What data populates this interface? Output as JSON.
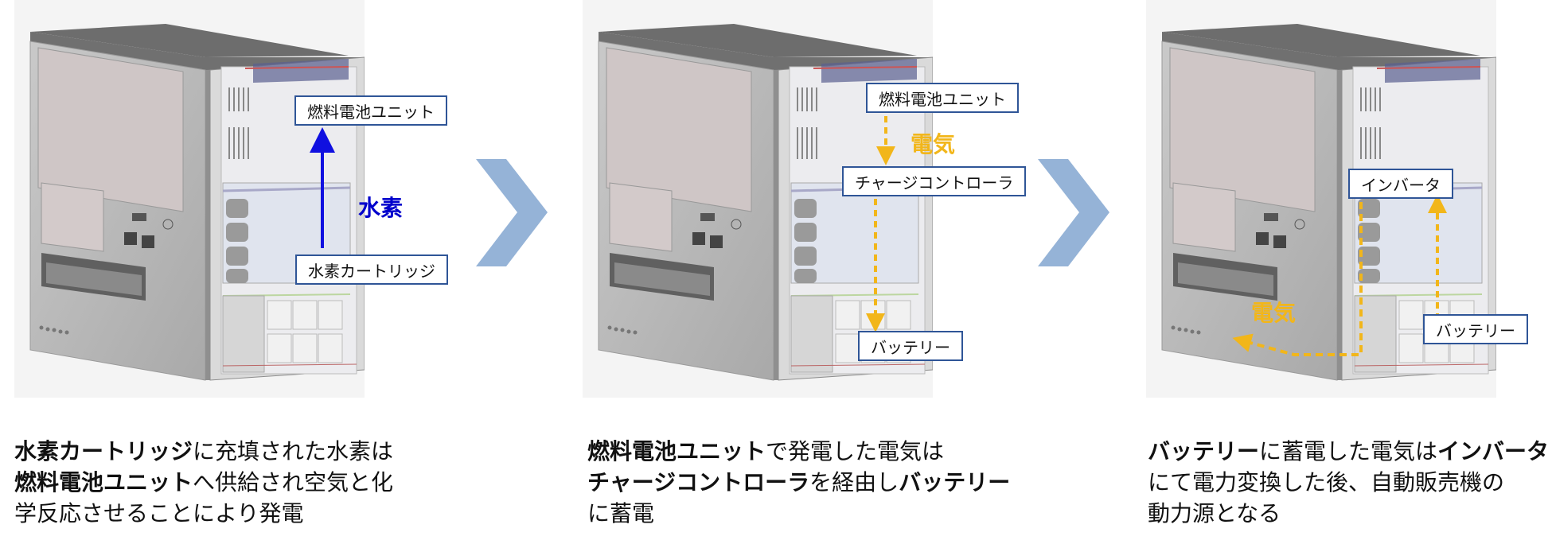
{
  "colors": {
    "hydrogen_arrow": "#1010e0",
    "electricity_arrow": "#f2b61a",
    "label_border": "#2f5597",
    "chevron": "#95b3d7"
  },
  "icons": [
    "vending-machine-illustration",
    "chevron-right-icon"
  ],
  "panels": [
    {
      "labels": {
        "fuel_cell": "燃料電池ユニット",
        "cartridge": "水素カートリッジ"
      },
      "flow": "水素",
      "desc": {
        "l1_bold": "水素カートリッジ",
        "l1_rest": "に充填された水素は",
        "l2_bold": "燃料電池ユニット",
        "l2_rest": "へ供給され空気と化",
        "l3": "学反応させることにより発電"
      }
    },
    {
      "labels": {
        "fuel_cell": "燃料電池ユニット",
        "charge_controller": "チャージコントローラ",
        "battery": "バッテリー"
      },
      "flow": "電気",
      "desc": {
        "l1_bold": "燃料電池ユニット",
        "l1_rest": "で発電した電気は",
        "l2_bold": "チャージコントローラ",
        "l2_mid": "を経由し",
        "l2_bold2": "バッテリー",
        "l3": "に蓄電"
      }
    },
    {
      "labels": {
        "inverter": "インバータ",
        "battery": "バッテリー"
      },
      "flow": "電気",
      "desc": {
        "l1_bold": "バッテリー",
        "l1_mid": "に蓄電した電気は",
        "l1_bold2": "インバータ",
        "l2": "にて電力変換した後、自動販売機の",
        "l3": "動力源となる"
      }
    }
  ]
}
